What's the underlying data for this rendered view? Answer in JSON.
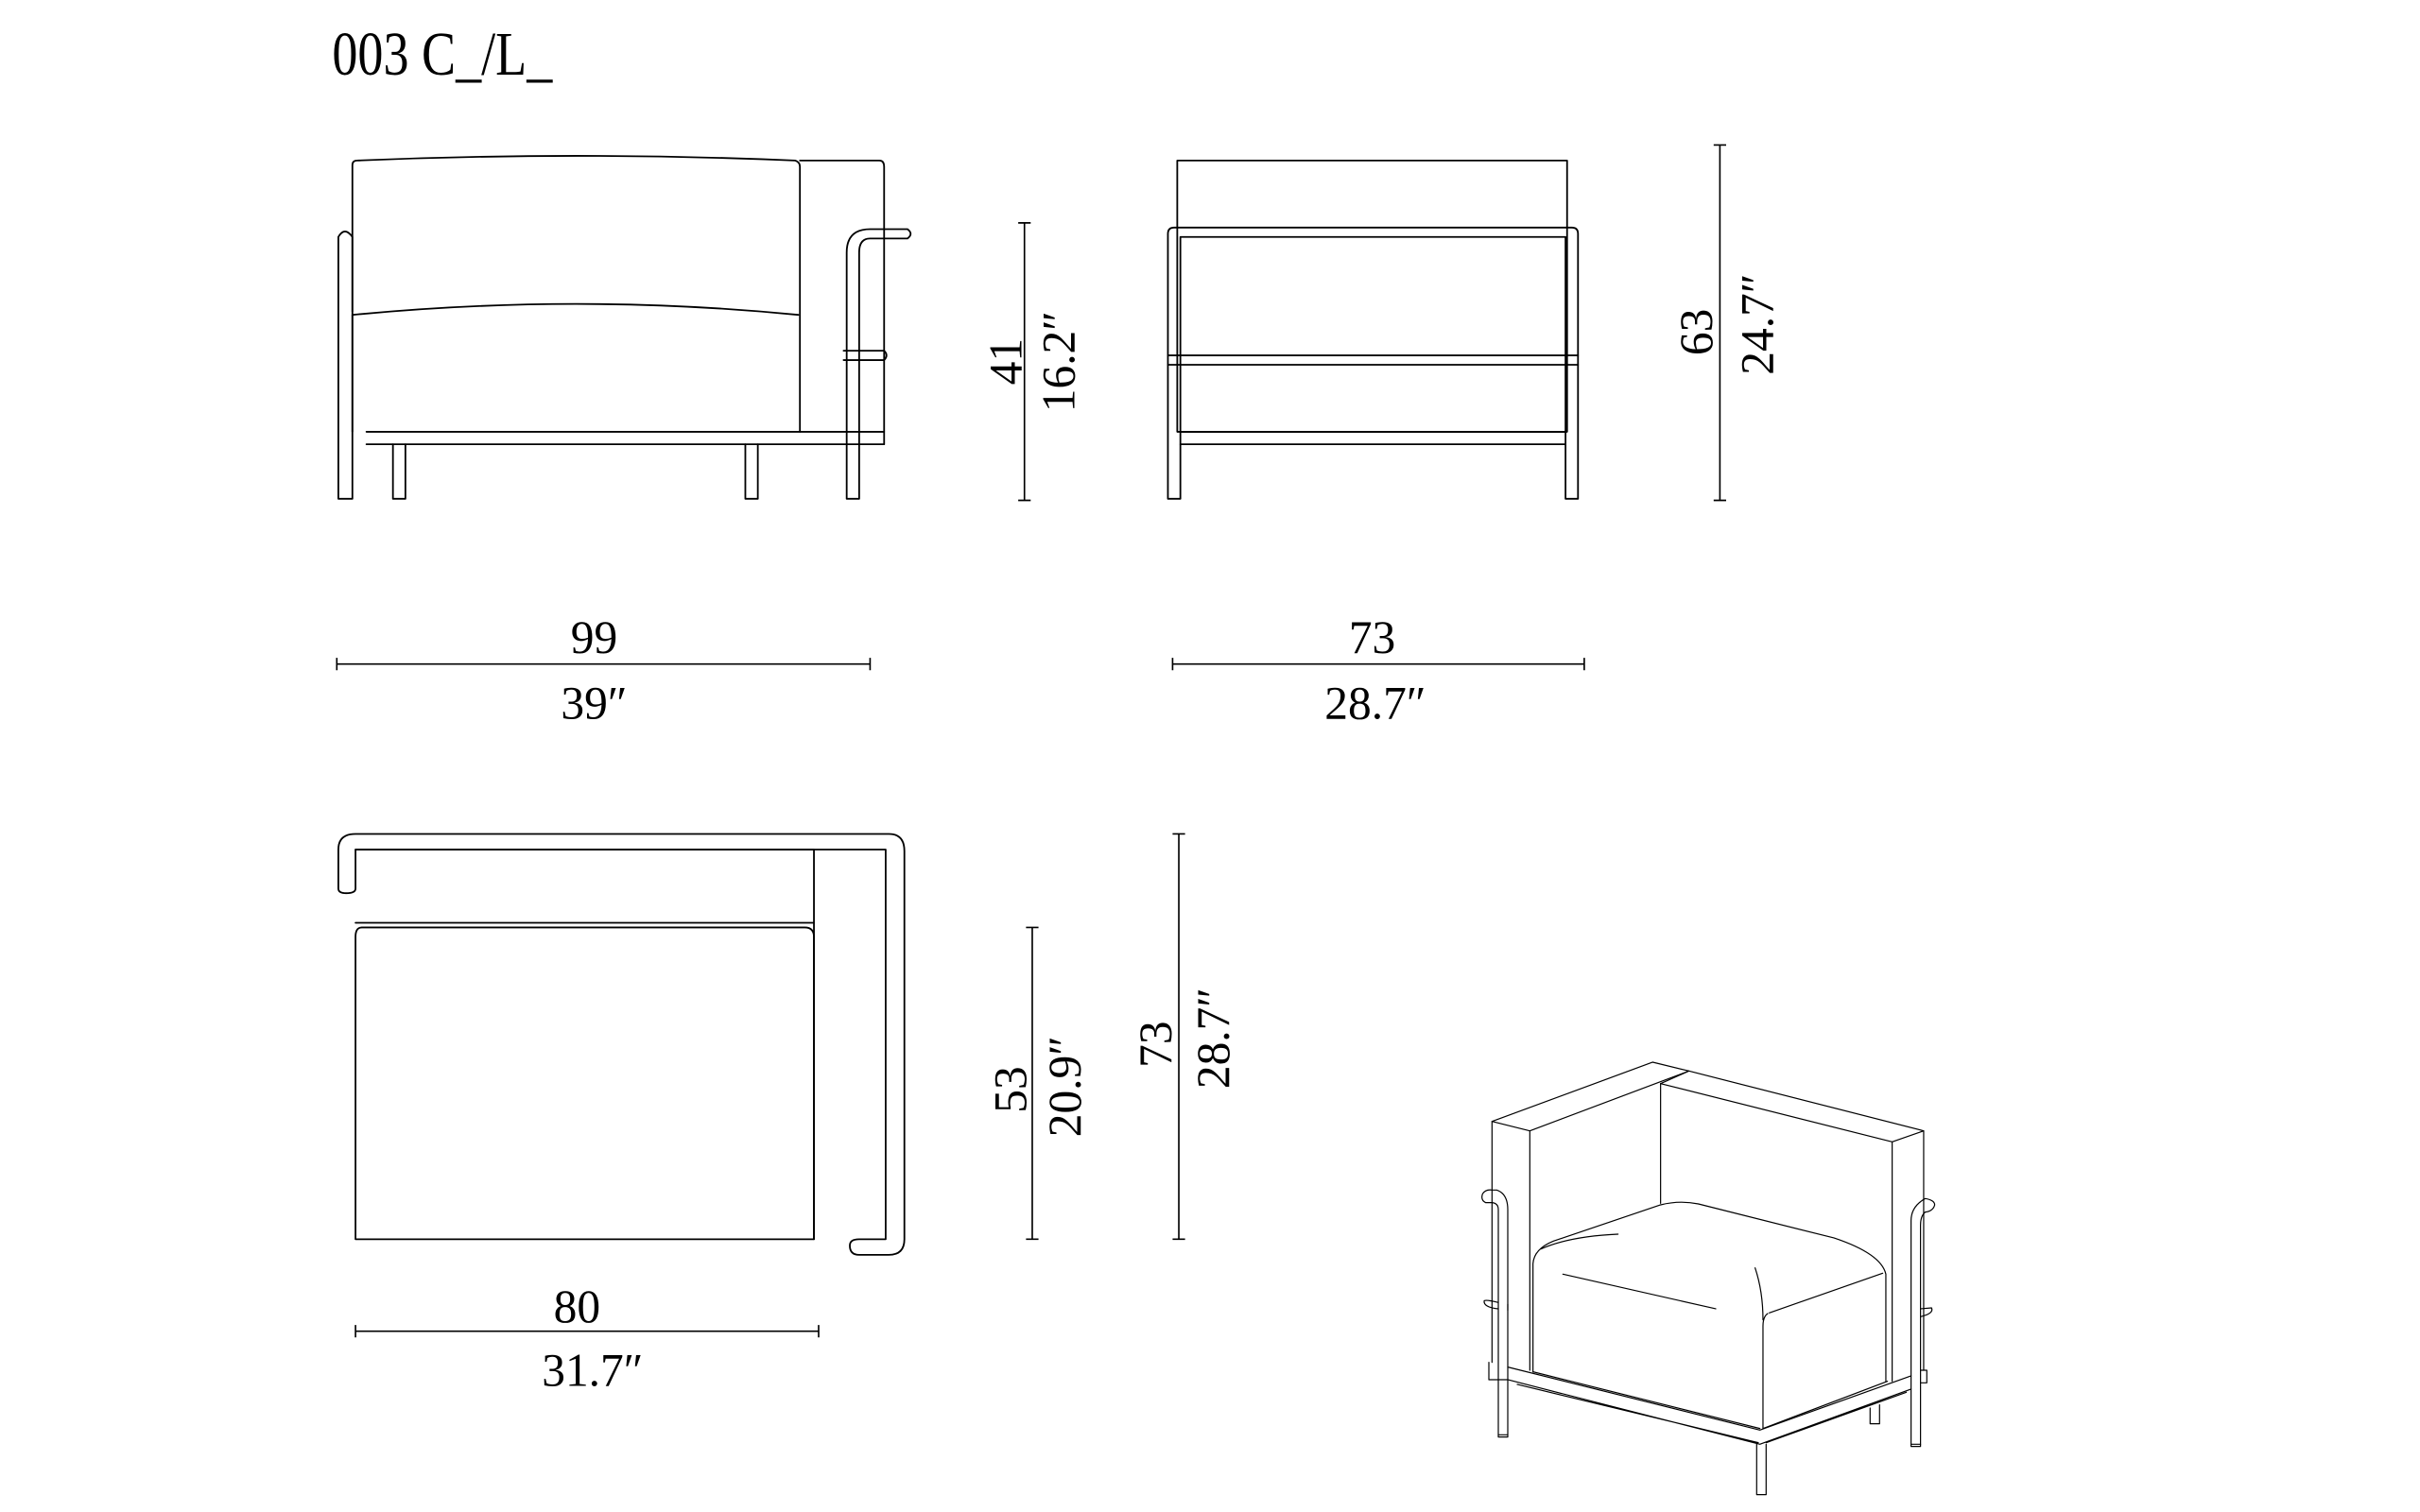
{
  "title": "003 C_/L_",
  "colors": {
    "line": "#000000",
    "background": "#ffffff"
  },
  "dimensions": {
    "front_height": {
      "cm": "41",
      "inch": "16.2″"
    },
    "overall_height": {
      "cm": "63",
      "inch": "24.7″"
    },
    "front_width": {
      "cm": "99",
      "inch": "39″"
    },
    "side_depth": {
      "cm": "73",
      "inch": "28.7″"
    },
    "seat_depth": {
      "cm": "53",
      "inch": "20.9″"
    },
    "top_depth": {
      "cm": "73",
      "inch": "28.7″"
    },
    "seat_width": {
      "cm": "80",
      "inch": "31.7″"
    }
  }
}
